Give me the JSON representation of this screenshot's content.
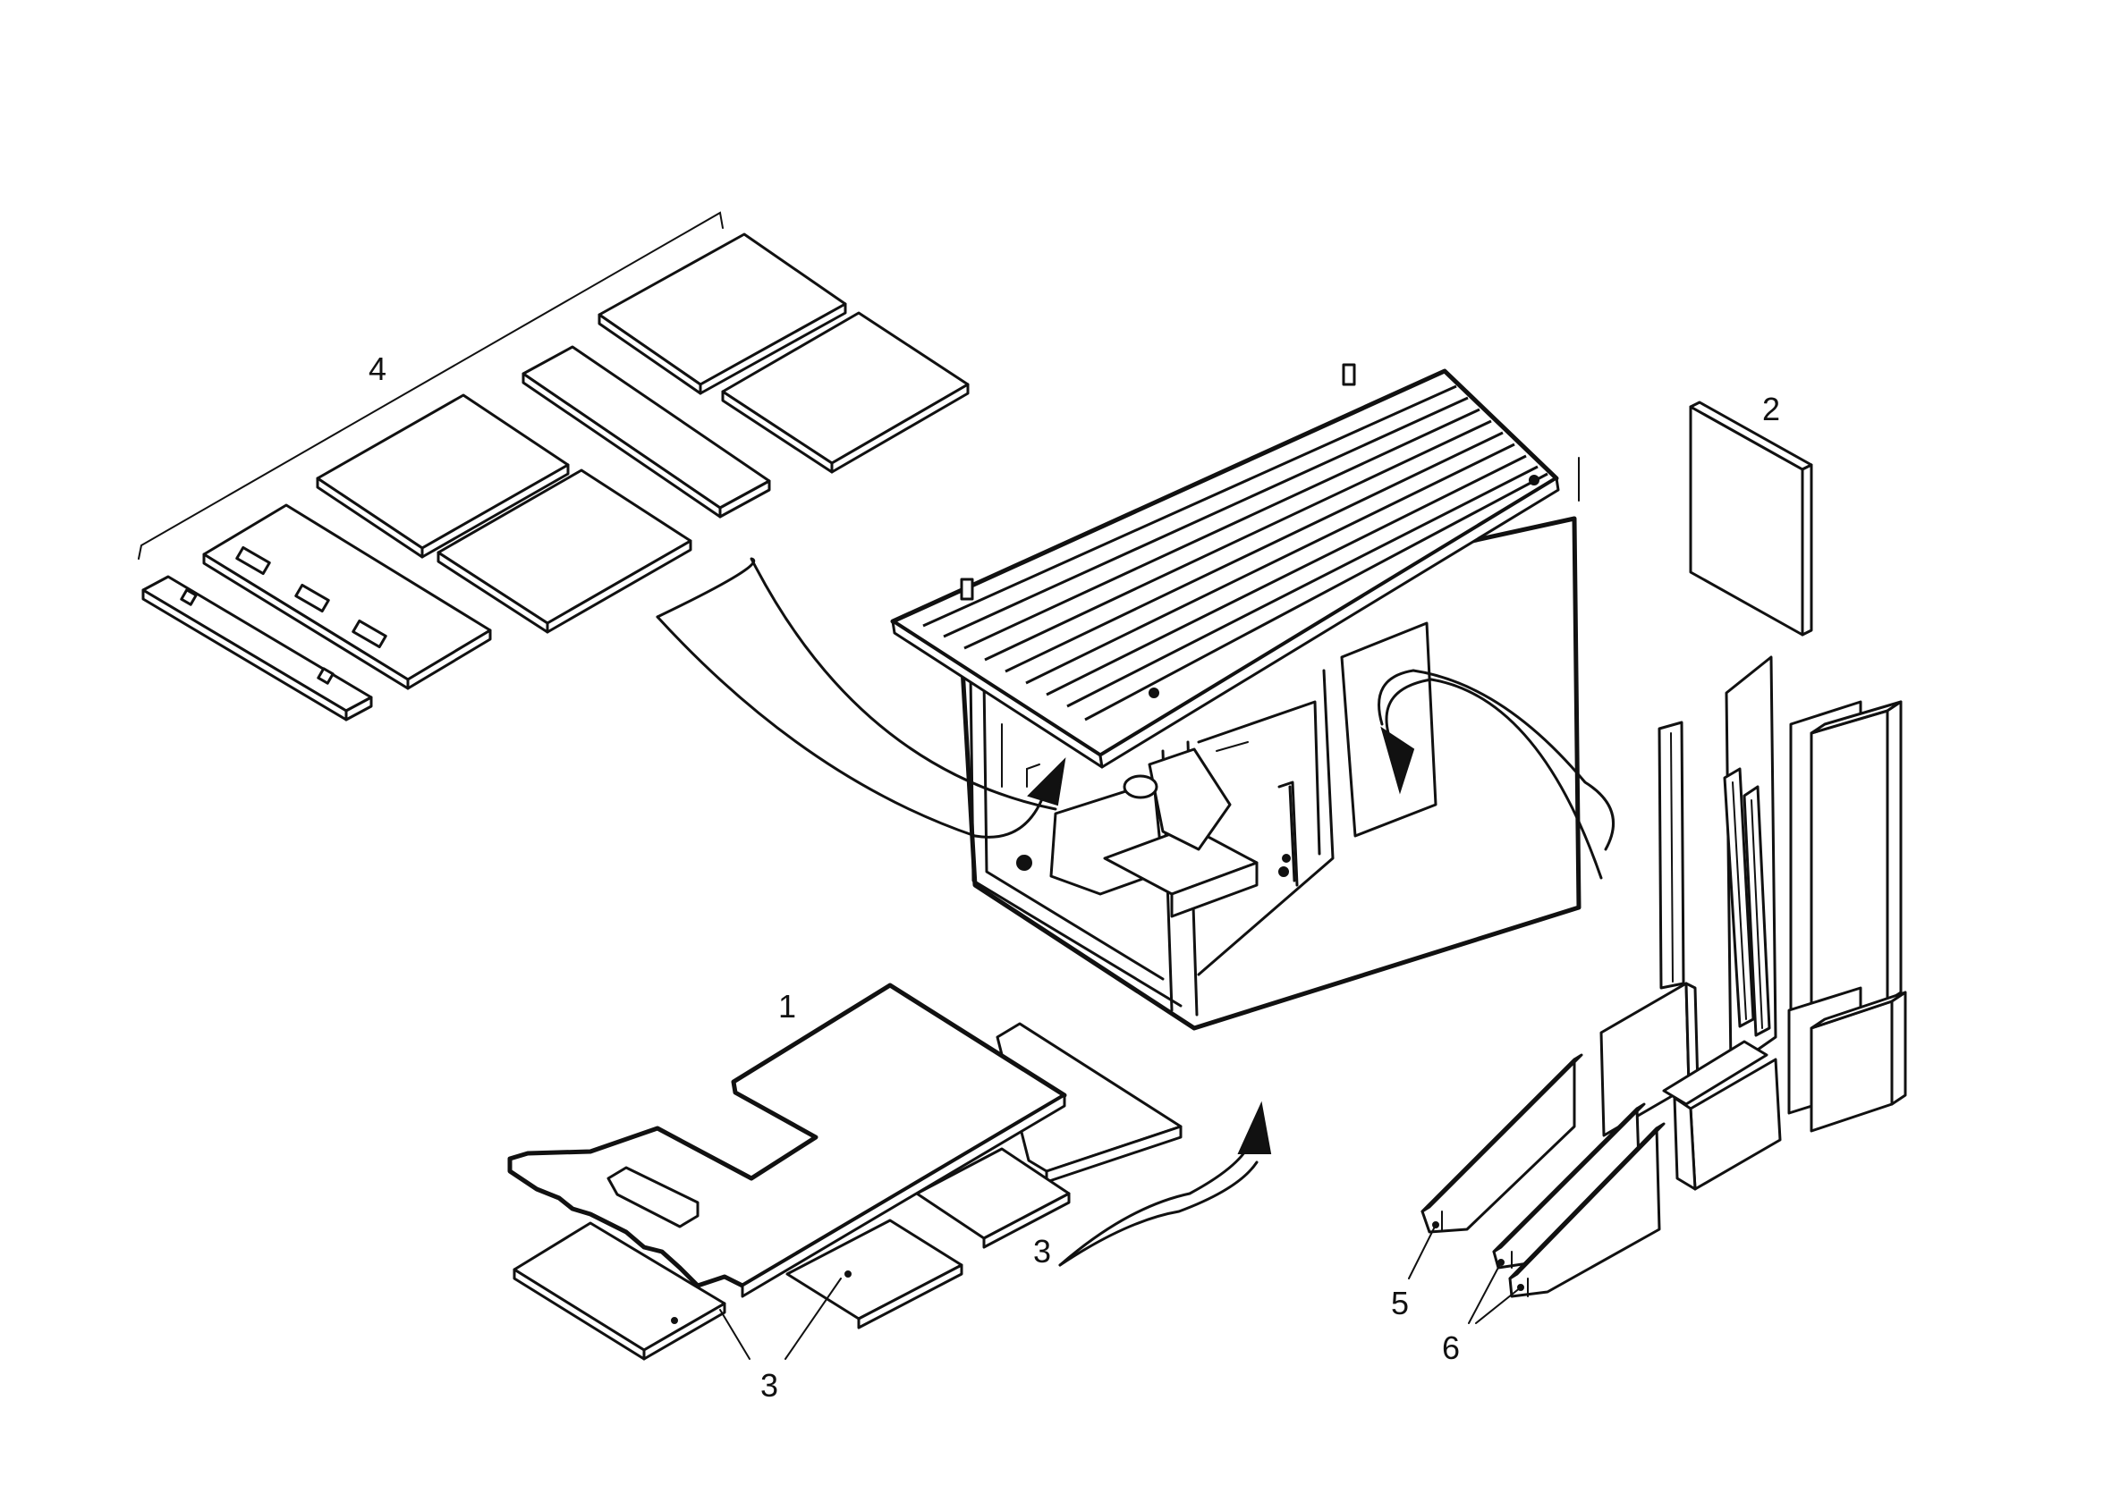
{
  "callouts": {
    "item_1": "1",
    "item_2": "2",
    "item_3_right": "3",
    "item_3_bottom": "3",
    "item_4": "4",
    "item_5": "5",
    "item_6": "6"
  }
}
